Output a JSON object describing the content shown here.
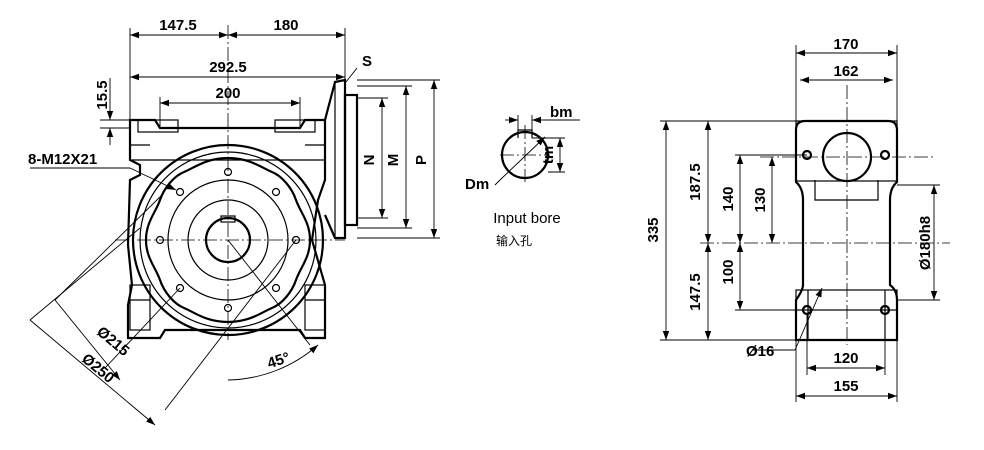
{
  "front_view": {
    "dim_147_5": "147.5",
    "dim_180": "180",
    "dim_292_5": "292.5",
    "dim_15_5": "15.5",
    "dim_200": "200",
    "label_s": "S",
    "label_n": "N",
    "label_m": "M",
    "label_p": "P",
    "bolt_label": "8-M12X21",
    "dia_215": "Ø215",
    "dia_250": "Ø250",
    "angle_45": "45°"
  },
  "input_bore": {
    "label_bm": "bm",
    "label_tm": "tm",
    "label_dm": "Dm",
    "caption": "Input bore",
    "caption_cn": "输入孔"
  },
  "side_view": {
    "dim_170": "170",
    "dim_162": "162",
    "dim_335": "335",
    "dim_187_5": "187.5",
    "dim_140": "140",
    "dim_130": "130",
    "dim_147_5": "147.5",
    "dim_100": "100",
    "dim_180h8": "Ø180h8",
    "dim_16": "Ø16",
    "dim_120": "120",
    "dim_155": "155"
  }
}
